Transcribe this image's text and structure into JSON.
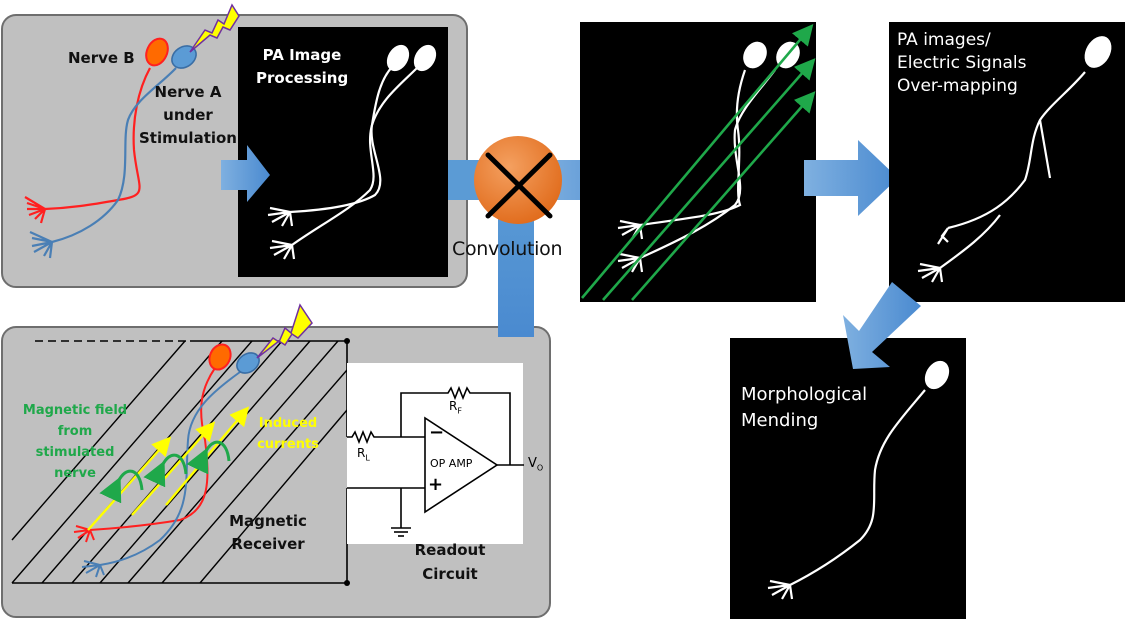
{
  "top_panel": {
    "nerve_b_label": "Nerve B",
    "nerve_a_label_lines": [
      "Nerve A",
      "under",
      "Stimulation"
    ],
    "pa_processing_lines": [
      "PA Image",
      "Processing"
    ]
  },
  "convolution": {
    "label": "Convolution",
    "operator_icon": "multiply-circle-icon"
  },
  "overmapping": {
    "title_lines": [
      "PA images/",
      "Electric Signals",
      "Over-mapping"
    ]
  },
  "mending": {
    "title_lines": [
      "Morphological",
      "Mending"
    ]
  },
  "bottom_panel": {
    "magnetic_field_lines": [
      "Magnetic field",
      "from stimulated",
      "nerve"
    ],
    "induced_currents_lines": [
      "Induced",
      "currents"
    ],
    "magnetic_receiver_lines": [
      "Magnetic",
      "Receiver"
    ],
    "readout_circuit_lines": [
      "Readout",
      "Circuit"
    ]
  },
  "circuit": {
    "rf_label": "R",
    "rf_sub": "F",
    "rl_label": "R",
    "rl_sub": "L",
    "opamp_label": "OP AMP",
    "minus_sign": "−",
    "plus_sign": "+",
    "vo_label": "V",
    "vo_sub": "O"
  },
  "colors": {
    "panel_gray": "#c0c0c0",
    "arrow_blue": "#5b9bd5",
    "nerve_red": "#ff2020",
    "nerve_blue": "#4a7fb5",
    "soma_orange": "#ff6a00",
    "field_green": "#1fa84a",
    "current_yellow": "#ffff00",
    "convolution_orange": "#ed7d31"
  }
}
